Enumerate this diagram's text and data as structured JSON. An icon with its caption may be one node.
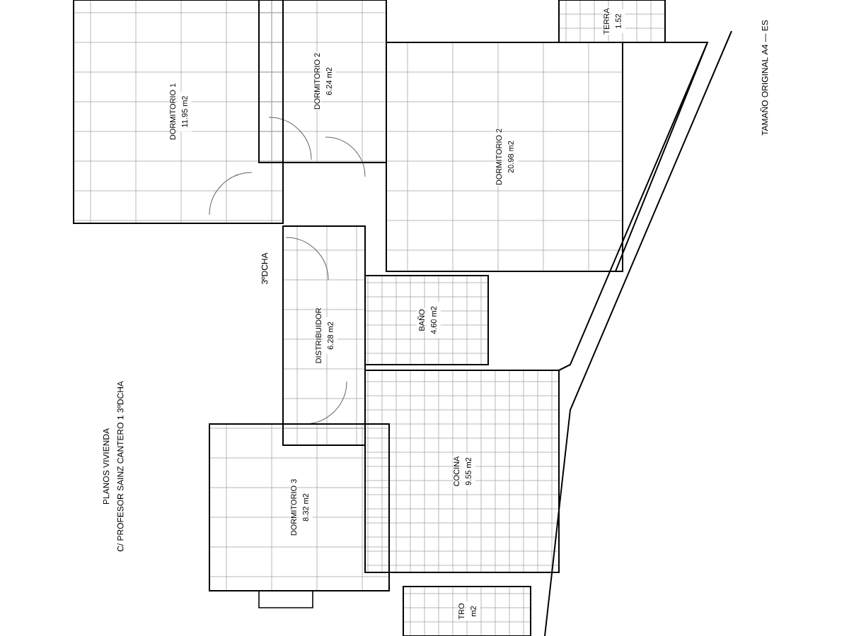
{
  "diagram": {
    "title": "PLANOS VIVIENDA",
    "nodes": [
      {
        "text": [
          "DORMITORIO 1",
          "11.95 m2"
        ]
      },
      {
        "text": [
          "DORMITORIO 2",
          "6.24 m2"
        ]
      },
      {
        "text": [
          "DORMITORIO 2",
          "20.98 m2"
        ]
      },
      {
        "text": [
          "TERRA",
          "1.52"
        ]
      },
      {
        "text": [
          "DISTRIBUIDOR",
          "6.28 m2"
        ]
      },
      {
        "text": [
          "BAÑO",
          "4.60 m2"
        ]
      },
      {
        "text": [
          "COCINA",
          "9.55 m2"
        ]
      },
      {
        "text": [
          "DORMITORIO 3",
          "8.32 m2"
        ]
      },
      {
        "text": [
          "TRO",
          "m2"
        ]
      }
    ],
    "labels": [
      "C/ PROFESOR SAINZ CANTERO 1 3ºDCHA",
      "3ºDCHA",
      "TAMAÑO ORIGINAL A4 — ES"
    ]
  }
}
